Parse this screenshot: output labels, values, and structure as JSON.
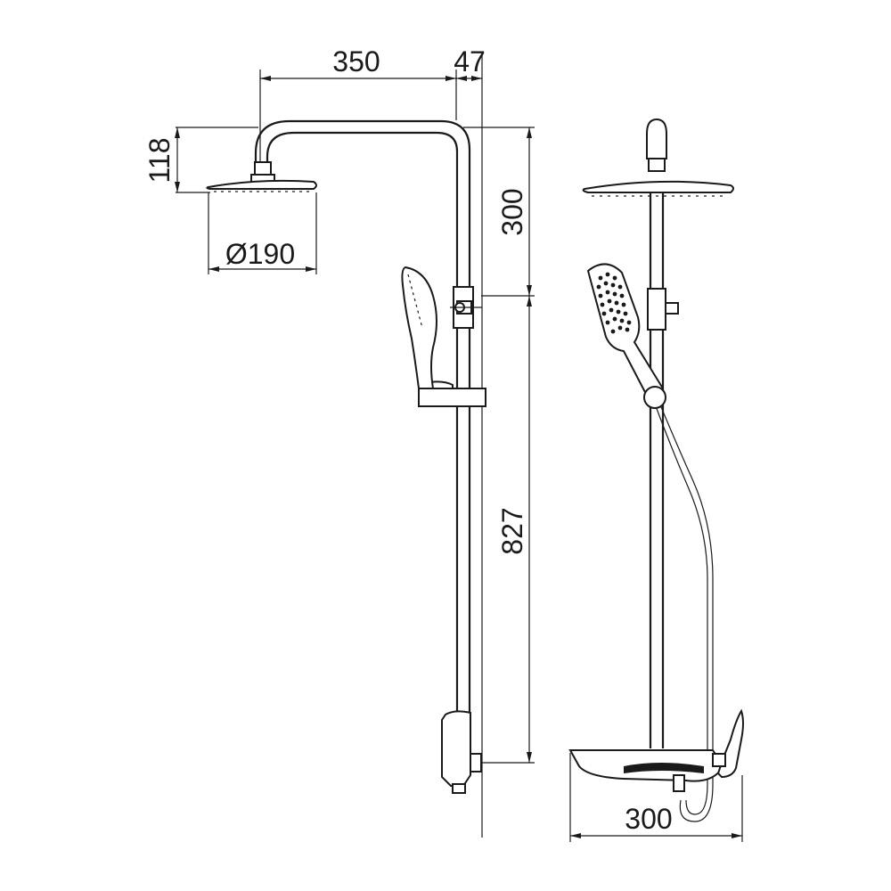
{
  "dimensions": {
    "arm_length": "350",
    "offset": "47",
    "head_drop": "118",
    "head_diameter": "Ø190",
    "upper_height": "300",
    "rail_height": "827",
    "tub_width": "300"
  },
  "colors": {
    "line": "#1a1a1a",
    "background": "#ffffff"
  }
}
